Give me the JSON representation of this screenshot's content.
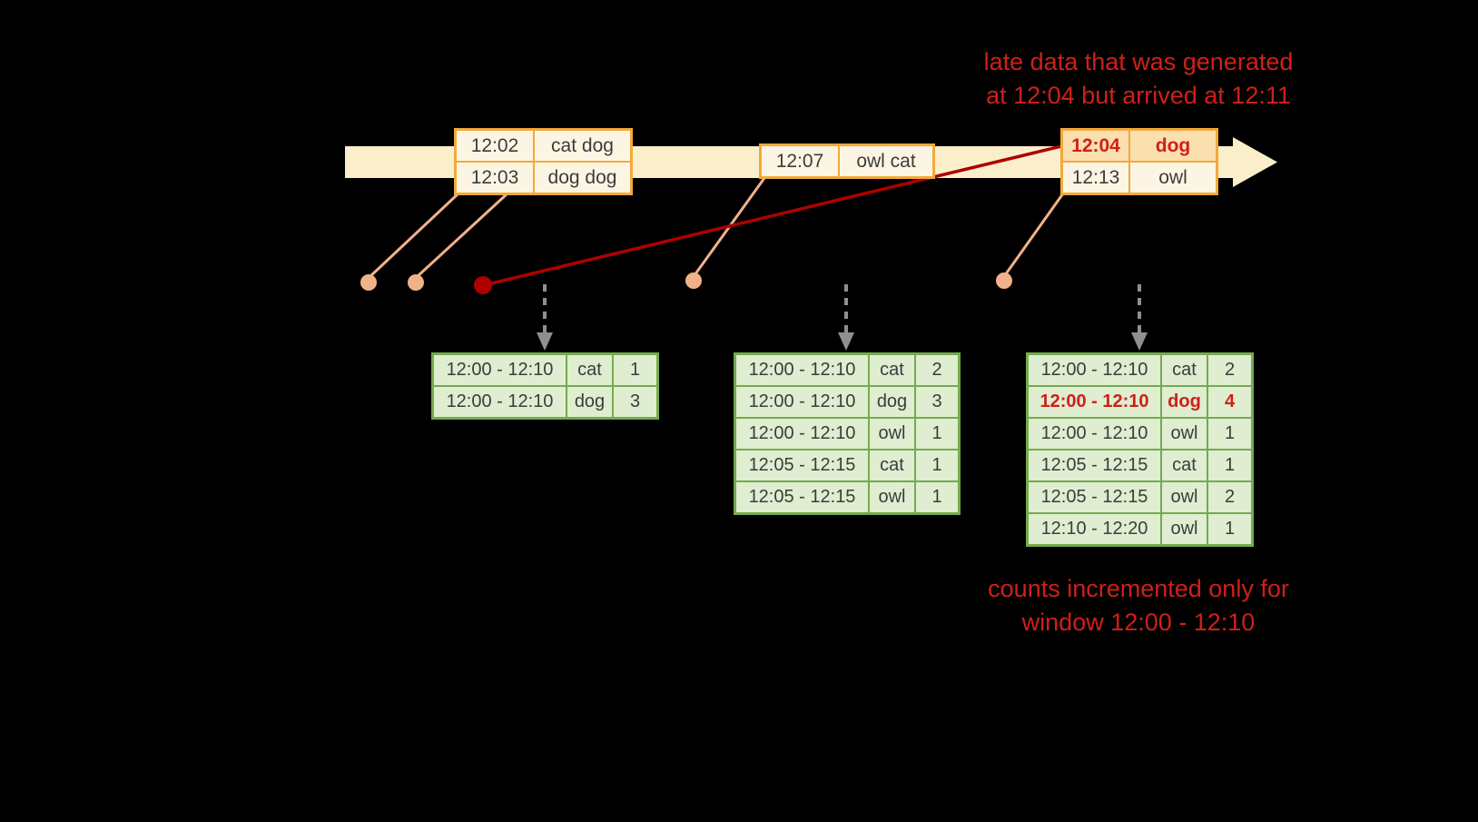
{
  "colors": {
    "background": "#000000",
    "timeline_fill": "#FAEFCA",
    "event_border": "#F2A93B",
    "event_fill": "#FDF5E3",
    "late_event_fill": "#FBDFAE",
    "salmon": "#F1B289",
    "dark_red": "#AF0000",
    "red_text": "#CF2018",
    "table_border": "#74AB4D",
    "table_fill": "#DFEDD0",
    "arrow_gray": "#8F8F8F",
    "text_dark": "#3C3C3C"
  },
  "annotations": {
    "late_data_note": [
      "late data that was generated",
      "at 12:04 but arrived at 12:11"
    ],
    "counts_note": [
      "counts incremented only for",
      "window 12:00 - 12:10"
    ]
  },
  "events": [
    {
      "rows": [
        {
          "time": "12:02",
          "words": "cat dog"
        },
        {
          "time": "12:03",
          "words": "dog dog"
        }
      ]
    },
    {
      "rows": [
        {
          "time": "12:07",
          "words": "owl cat"
        }
      ]
    },
    {
      "rows": [
        {
          "time": "12:04",
          "words": "dog",
          "late": true
        },
        {
          "time": "12:13",
          "words": "owl"
        }
      ]
    }
  ],
  "result_tables": [
    {
      "rows": [
        {
          "window": "12:00 - 12:10",
          "word": "cat",
          "count": "1"
        },
        {
          "window": "12:00 - 12:10",
          "word": "dog",
          "count": "3"
        }
      ]
    },
    {
      "rows": [
        {
          "window": "12:00 - 12:10",
          "word": "cat",
          "count": "2"
        },
        {
          "window": "12:00 - 12:10",
          "word": "dog",
          "count": "3"
        },
        {
          "window": "12:00 - 12:10",
          "word": "owl",
          "count": "1"
        },
        {
          "window": "12:05 - 12:15",
          "word": "cat",
          "count": "1"
        },
        {
          "window": "12:05 - 12:15",
          "word": "owl",
          "count": "1"
        }
      ]
    },
    {
      "rows": [
        {
          "window": "12:00 - 12:10",
          "word": "cat",
          "count": "2"
        },
        {
          "window": "12:00 - 12:10",
          "word": "dog",
          "count": "4",
          "highlight": true
        },
        {
          "window": "12:00 - 12:10",
          "word": "owl",
          "count": "1"
        },
        {
          "window": "12:05 - 12:15",
          "word": "cat",
          "count": "1"
        },
        {
          "window": "12:05 - 12:15",
          "word": "owl",
          "count": "2"
        },
        {
          "window": "12:10 - 12:20",
          "word": "owl",
          "count": "1"
        }
      ]
    }
  ]
}
